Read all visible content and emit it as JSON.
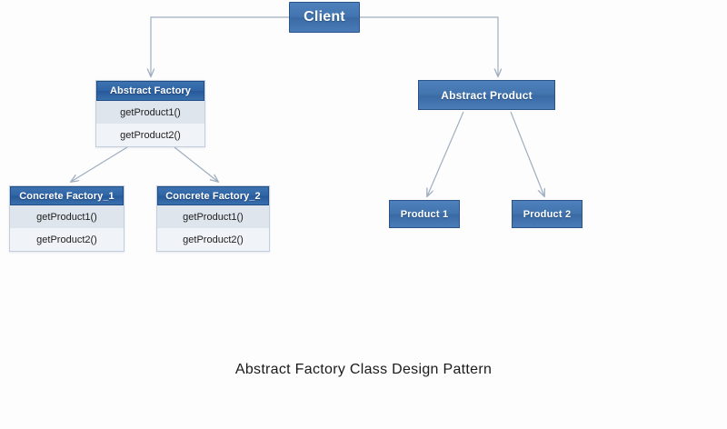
{
  "diagram": {
    "caption": "Abstract Factory Class Design Pattern",
    "colors": {
      "box_fill": "#4E81BD",
      "box_border": "#2A5387",
      "header_fill": "#2E64A6",
      "row_shade_dark": "#DFE5ED",
      "row_shade_light": "#F0F3F8",
      "connector": "#9FAEC0",
      "background": "#FDFDFE"
    },
    "nodes": {
      "client": {
        "label": "Client"
      },
      "abstract_factory": {
        "title": "Abstract Factory",
        "methods": [
          "getProduct1()",
          "getProduct2()"
        ]
      },
      "abstract_product": {
        "label": "Abstract Product"
      },
      "concrete_factory_1": {
        "title": "Concrete Factory_1",
        "methods": [
          "getProduct1()",
          "getProduct2()"
        ]
      },
      "concrete_factory_2": {
        "title": "Concrete Factory_2",
        "methods": [
          "getProduct1()",
          "getProduct2()"
        ]
      },
      "product_1": {
        "label": "Product 1"
      },
      "product_2": {
        "label": "Product 2"
      }
    },
    "edges": [
      {
        "from": "client",
        "to": "abstract_factory",
        "style": "elbow"
      },
      {
        "from": "client",
        "to": "abstract_product",
        "style": "elbow"
      },
      {
        "from": "abstract_factory",
        "to": "concrete_factory_1",
        "style": "diagonal"
      },
      {
        "from": "abstract_factory",
        "to": "concrete_factory_2",
        "style": "diagonal"
      },
      {
        "from": "abstract_product",
        "to": "product_1",
        "style": "diagonal"
      },
      {
        "from": "abstract_product",
        "to": "product_2",
        "style": "diagonal"
      }
    ]
  }
}
